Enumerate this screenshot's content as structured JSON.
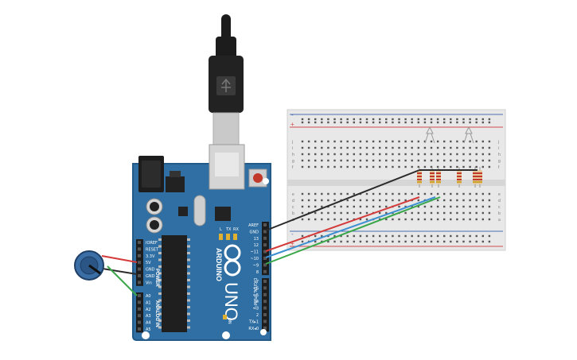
{
  "colors": {
    "board": "#2f6fa3",
    "board_edge": "#245a87",
    "breadboard": "#e8e8e8",
    "rail_red": "#d24b4b",
    "rail_blue": "#4a6fb0",
    "wire_black": "#2b2b2b",
    "wire_red": "#d43a3a",
    "wire_blue": "#3c8fd0",
    "wire_green": "#3aa84a",
    "usb_cable": "#1c1c1c",
    "pot_body": "#3a6ea5"
  },
  "board": {
    "name": "UNO",
    "brand": "ARDUINO",
    "power_header_labels": [
      "IOREF",
      "RESET",
      "3.3V",
      "5V",
      "GND",
      "GND",
      "Vin"
    ],
    "power_label": "POWER",
    "analog_header_labels": [
      "A0",
      "A1",
      "A2",
      "A3",
      "A4",
      "A5"
    ],
    "analog_label": "ANALOG IN",
    "digital_top_labels": [
      "AREF",
      "GND",
      "13",
      "12",
      "~11",
      "~10",
      "~9",
      "8"
    ],
    "digital_bottom_labels": [
      "7",
      "~6",
      "~5",
      "4",
      "~3",
      "2",
      "TX▸1",
      "RX◂0"
    ],
    "digital_label": "DIGITAL (PWM~)",
    "led_labels": [
      "L",
      "TX",
      "RX"
    ],
    "on_label": "ON"
  },
  "breadboard": {
    "row_letters_top": [
      "j",
      "i",
      "h",
      "g",
      "f"
    ],
    "row_letters_bottom": [
      "e",
      "d",
      "c",
      "b",
      "a"
    ],
    "rail_plus": "+",
    "rail_minus": "-"
  }
}
